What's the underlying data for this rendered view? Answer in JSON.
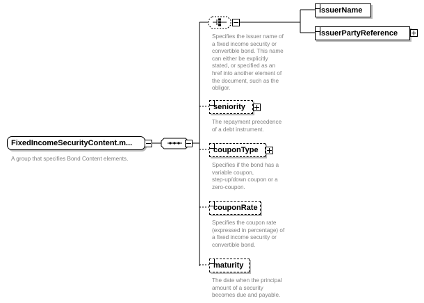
{
  "root": {
    "name": "FixedIncomeSecurityContent.m...",
    "doc": "A group that specifies Bond Content elements."
  },
  "choice": {
    "doc": [
      "Specifies the issuer name of",
      "a fixed income security or",
      "convertible bond. This name",
      "can either be explicitly",
      "stated, or specified as an",
      "href into another element of",
      "the document, such as the",
      "obligor."
    ],
    "options": [
      "issuerName",
      "issuerPartyReference"
    ]
  },
  "elements": [
    {
      "name": "seniority",
      "doc": [
        "The repayment precedence",
        "of a debt instrument."
      ]
    },
    {
      "name": "couponType",
      "doc": [
        "Specifies if the bond has a",
        "variable coupon,",
        "step-up/down coupon or a",
        "zero-coupon."
      ]
    },
    {
      "name": "couponRate",
      "doc": [
        "Specifies the coupon rate",
        "(expressed in percentage) of",
        "a fixed income security or",
        "convertible bond."
      ]
    },
    {
      "name": "maturity",
      "doc": [
        "The date when the principal",
        "amount of a security",
        "becomes due and payable."
      ]
    }
  ]
}
